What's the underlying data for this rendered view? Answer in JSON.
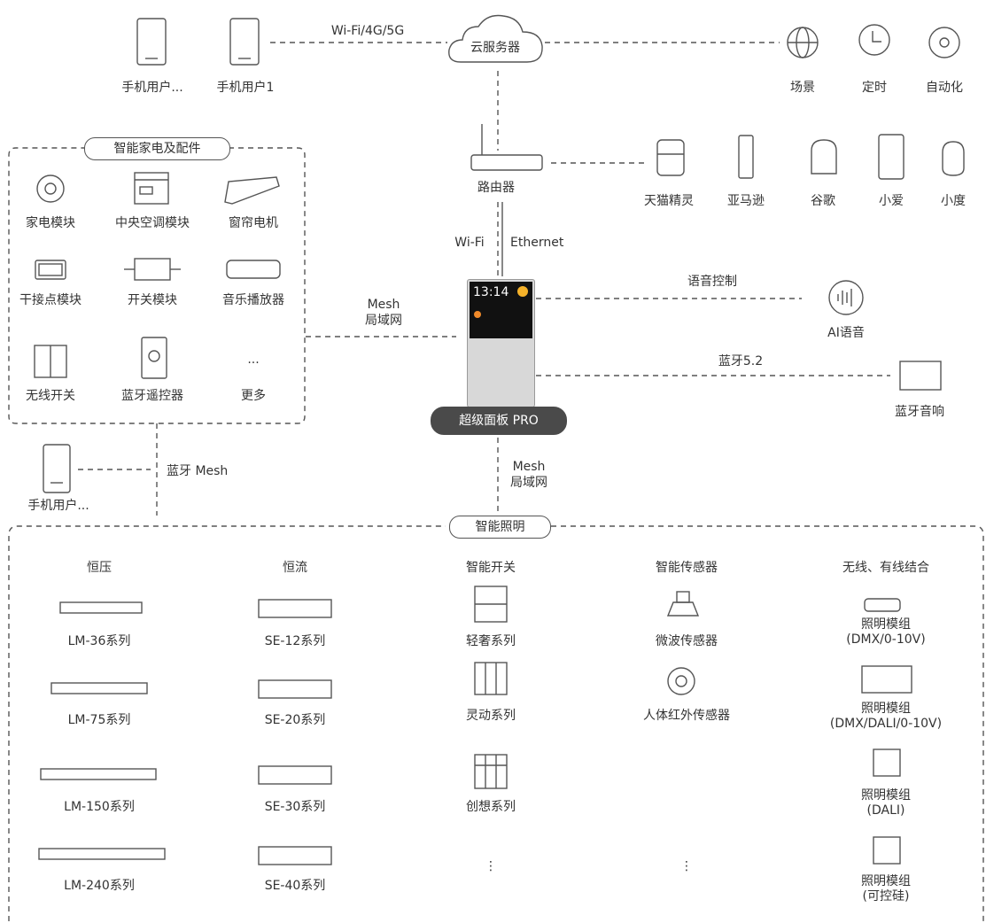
{
  "top": {
    "phone_user_ellipsis": "手机用户...",
    "phone_user_1": "手机用户1",
    "wifi_link": "Wi-Fi/4G/5G",
    "cloud": "云服务器",
    "scene": "场景",
    "timer": "定时",
    "automation": "自动化"
  },
  "router": {
    "label": "路由器",
    "wifi": "Wi-Fi",
    "ethernet": "Ethernet",
    "speakers": [
      "天猫精灵",
      "亚马逊",
      "谷歌",
      "小爱",
      "小度"
    ]
  },
  "appliances": {
    "title": "智能家电及配件",
    "items": [
      "家电模块",
      "中央空调模块",
      "窗帘电机",
      "干接点模块",
      "开关模块",
      "音乐播放器",
      "无线开关",
      "蓝牙遥控器",
      "更多"
    ],
    "more_dots": "..."
  },
  "panel": {
    "label": "超级面板 PRO",
    "time": "13:14",
    "mesh_left": "Mesh",
    "lan_left": "局域网",
    "voice": "语音控制",
    "ai_voice": "AI语音",
    "bt52": "蓝牙5.2",
    "bt_speaker": "蓝牙音响",
    "mesh_down": "Mesh",
    "lan_down": "局域网"
  },
  "mesh_user": {
    "phone": "手机用户...",
    "bt_mesh": "蓝牙 Mesh"
  },
  "lighting": {
    "title": "智能照明",
    "col1_head": "恒压",
    "col1": [
      "LM-36系列",
      "LM-75系列",
      "LM-150系列",
      "LM-240系列"
    ],
    "col2_head": "恒流",
    "col2": [
      "SE-12系列",
      "SE-20系列",
      "SE-30系列",
      "SE-40系列"
    ],
    "col3_head": "智能开关",
    "col3": [
      "轻奢系列",
      "灵动系列",
      "创想系列"
    ],
    "col4_head": "智能传感器",
    "col4": [
      "微波传感器",
      "人体红外传感器"
    ],
    "col5_head": "无线、有线结合",
    "col5": [
      [
        "照明模组",
        "(DMX/0-10V)"
      ],
      [
        "照明模组",
        "(DMX/DALI/0-10V)"
      ],
      [
        "照明模组",
        "(DALI)"
      ],
      [
        "照明模组",
        "(可控硅)"
      ]
    ],
    "vdots": "⋮"
  },
  "colors": {
    "line": "#555555",
    "text": "#333333",
    "pill_dark": "#4a4a4a"
  }
}
